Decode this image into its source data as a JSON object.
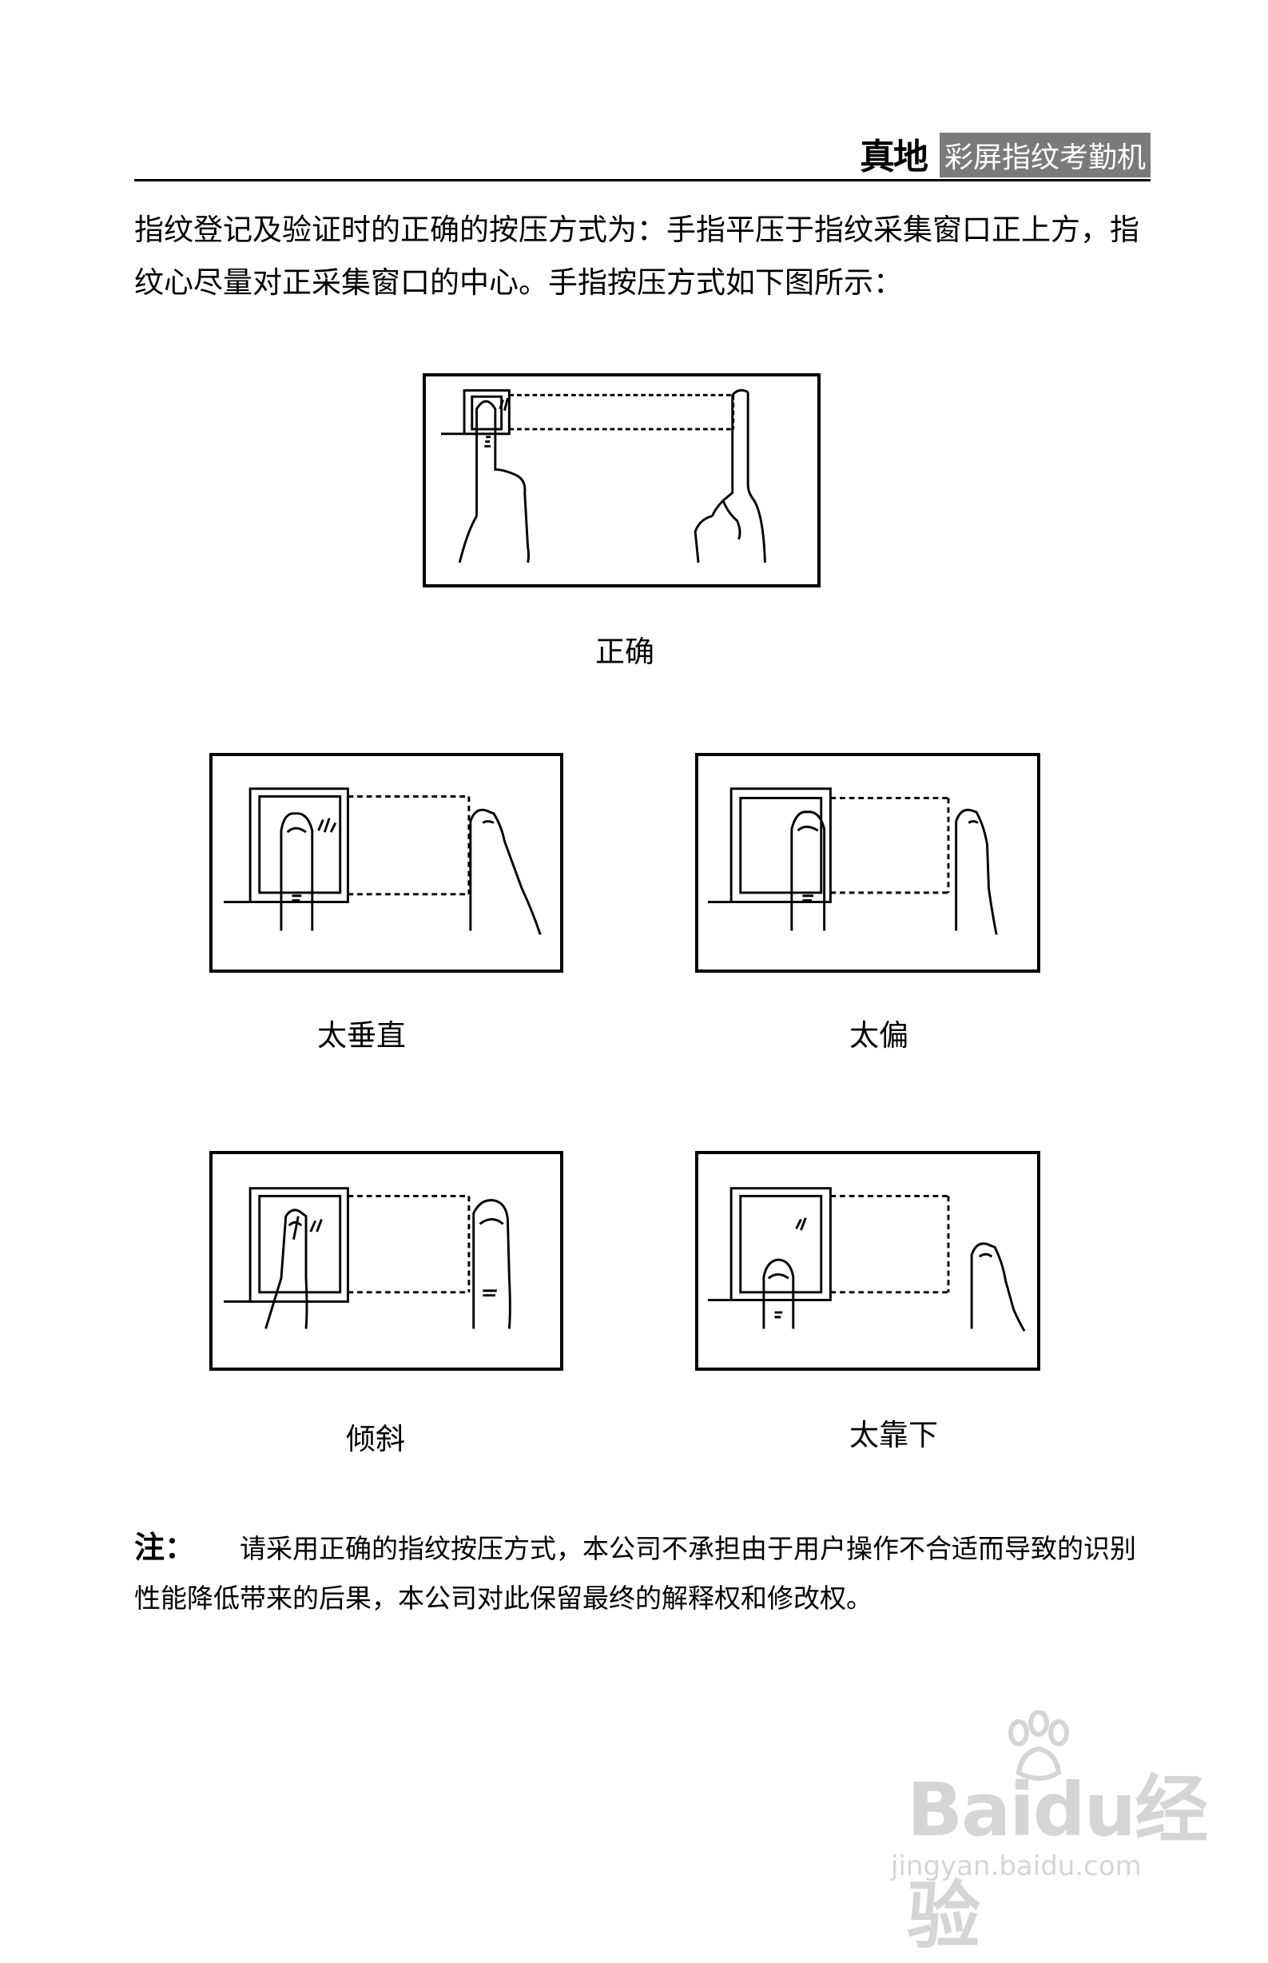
{
  "header": {
    "brand_mark": "真地",
    "title": "彩屏指纹考勤机"
  },
  "intro_text": "指纹登记及验证时的正确的按压方式为：手指平压于指纹采集窗口正上方，指纹心尽量对正采集窗口的中心。手指按压方式如下图所示：",
  "figures": {
    "correct": {
      "caption": "正确"
    },
    "too_vertical": {
      "caption": "太垂直"
    },
    "off_center": {
      "caption": "太偏"
    },
    "tilted": {
      "caption": "倾斜"
    },
    "too_low": {
      "caption": "太靠下"
    }
  },
  "note": {
    "label": "注：",
    "text": "请采用正确的指纹按压方式，本公司不承担由于用户操作不合适而导致的识别性能降低带来的后果，本公司对此保留最终的解释权和修改权。"
  },
  "watermark": {
    "main": "Baidu经验",
    "sub": "jingyan.baidu.com"
  }
}
